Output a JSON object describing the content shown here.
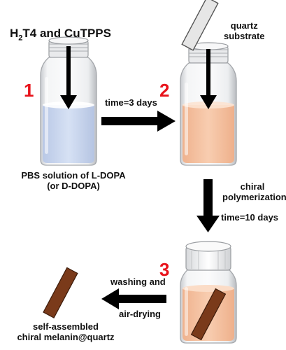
{
  "labels": {
    "reagents_prefix": "H",
    "reagents_sub": "2",
    "reagents_suffix": "T4 and CuTPPS",
    "quartz_line1": "quartz",
    "quartz_line2": "substrate",
    "time_3_days": "time=3 days",
    "pbs_line1": "PBS solution of L-DOPA",
    "pbs_line2": "(or D-DOPA)",
    "chiral_line1": "chiral",
    "chiral_line2": "polymerization",
    "time_10_days": "time=10 days",
    "washing_line1": "washing and",
    "washing_line2": "air-drying",
    "product_line1": "self-assembled",
    "product_line2": "chiral melanin@quartz"
  },
  "steps": [
    "1",
    "2",
    "3"
  ],
  "colors": {
    "solution_step1": "#cfdcf2",
    "solution_step2": "#f6c3a3",
    "solution_step3": "#f2c4a6",
    "quartz": "#e6e6e6",
    "melanin_film": "#7a3a1a",
    "step_number": "#e8131b",
    "arrow": "#000000"
  }
}
